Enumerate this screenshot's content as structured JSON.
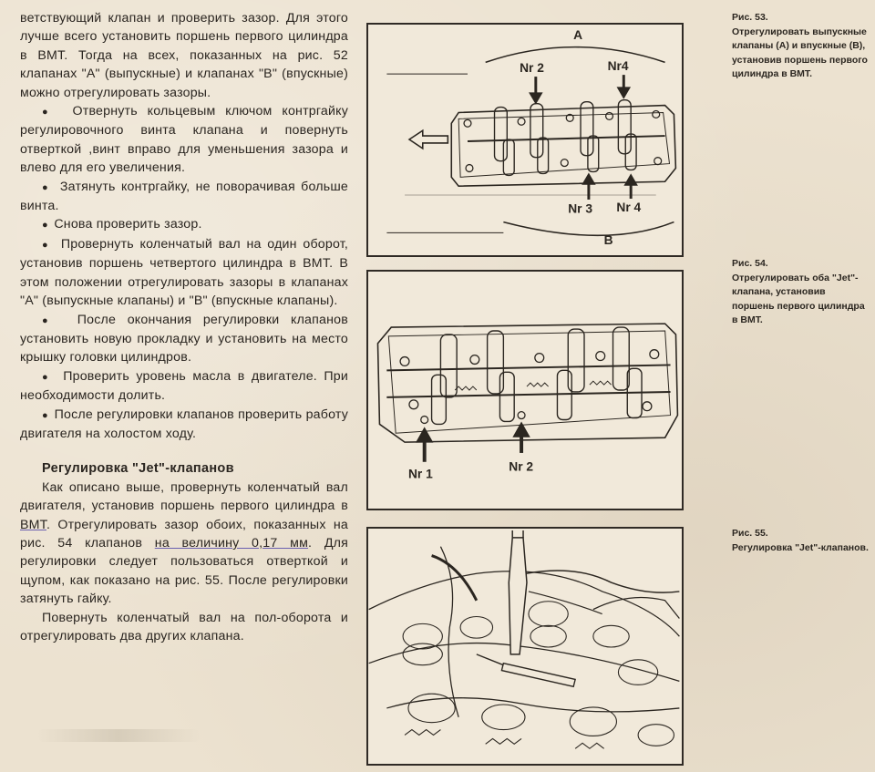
{
  "text": {
    "p1": "ветствующий клапан и проверить зазор. Для этого лучше всего установить поршень первого цилиндра в ВМТ. Тогда на всех, показанных на рис. 52 клапанах \"А\" (выпускные) и клапанах \"В\" (впускные) можно отрегулировать зазоры.",
    "b1": "Отвернуть кольцевым ключом контргайку регулировочного винта клапана и повернуть отверткой ,винт вправо для уменьшения зазора и влево для его увеличения.",
    "b2": "Затянуть контргайку, не поворачивая больше винта.",
    "b3": "Снова проверить зазор.",
    "b4": "Провернуть коленчатый вал на один оборот, установив поршень четвертого цилиндра в ВМТ. В этом положении отрегулировать зазоры в клапанах \"А\" (выпускные клапаны) и \"В\" (впускные клапаны).",
    "b5": "После окончания регулировки клапанов установить новую прокладку и установить на место крышку головки цилиндров.",
    "b6": "Проверить уровень масла в двигателе. При необходимости долить.",
    "b7": "После регулировки клапанов проверить работу двигателя на холостом ходу.",
    "heading": "Регулировка \"Jet\"-клапанов",
    "p2a": "Как описано выше, провернуть коленчатый вал двигателя, установив поршень первого цилиндра в ",
    "p2b": "ВМТ",
    "p2c": ". Отрегулировать зазор обоих, показанных на рис. 54 клапанов ",
    "p2d": "на величину 0,17 мм",
    "p2e": ". Для регулировки следует пользоваться отверткой и щупом, как показано на рис. 55. После регулировки затянуть гайку.",
    "p3": "Повернуть коленчатый вал на пол-оборота и отрегулировать два других клапана."
  },
  "fig53": {
    "label_a": "A",
    "label_b": "B",
    "nr2_top": "Nr 2",
    "nr4_top": "Nr4",
    "nr3_bottom": "Nr 3",
    "nr4_bottom": "Nr 4"
  },
  "fig54": {
    "nr1": "Nr 1",
    "nr2": "Nr 2"
  },
  "captions": {
    "c53_label": "Рис. 53.",
    "c53_text": "Отрегулировать выпускные клапаны (А) и впускные (В), установив поршень первого цилиндра в ВМТ.",
    "c54_label": "Рис. 54.",
    "c54_text": "Отрегулировать оба \"Jet\"-клапана, установив поршень первого цилиндра в ВМТ.",
    "c55_label": "Рис. 55.",
    "c55_text": "Регулировка \"Jet\"-клапанов."
  }
}
